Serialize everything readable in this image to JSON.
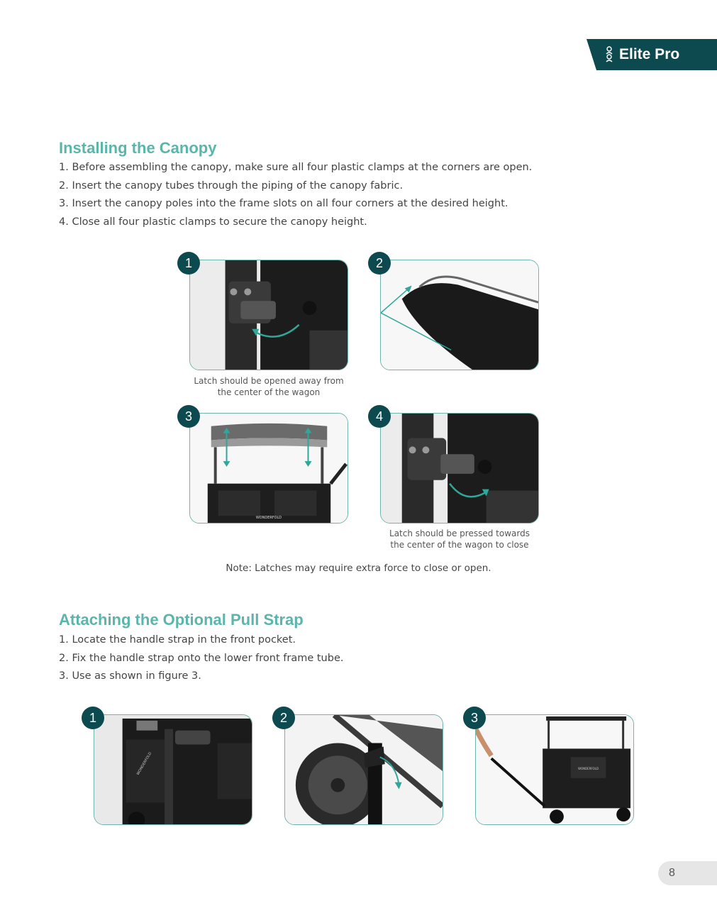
{
  "brand": {
    "name": "Elite Pro",
    "icon": "wagon-figures-icon",
    "color": "#0d4a4f"
  },
  "accent_color": "#5ab5ab",
  "section1": {
    "title": "Installing the Canopy",
    "steps": [
      "1. Before assembling the canopy, make sure all four plastic clamps at the corners are open.",
      "2. Insert the canopy tubes through the piping of the canopy fabric.",
      "3. Insert the canopy poles into the frame slots on all four corners at the desired height.",
      "4. Close all four plastic clamps to secure the canopy height."
    ],
    "figures": [
      {
        "number": "1",
        "caption_line1": "Latch should be opened away from",
        "caption_line2": "the center of the wagon"
      },
      {
        "number": "2"
      },
      {
        "number": "3",
        "label": "WONDERFOLD"
      },
      {
        "number": "4",
        "caption_line1": "Latch should be pressed towards",
        "caption_line2": "the center of the wagon to close"
      }
    ],
    "note": "Note: Latches may require extra force to close or open."
  },
  "section2": {
    "title": "Attaching the Optional Pull Strap",
    "steps": [
      "1. Locate the handle strap in the front pocket.",
      "2. Fix the handle strap onto the lower front frame tube.",
      "3. Use as shown in figure 3."
    ],
    "figures": [
      {
        "number": "1",
        "label": "WONDERFOLD"
      },
      {
        "number": "2"
      },
      {
        "number": "3",
        "label": "WONDERFOLD"
      }
    ]
  },
  "page_number": "8"
}
